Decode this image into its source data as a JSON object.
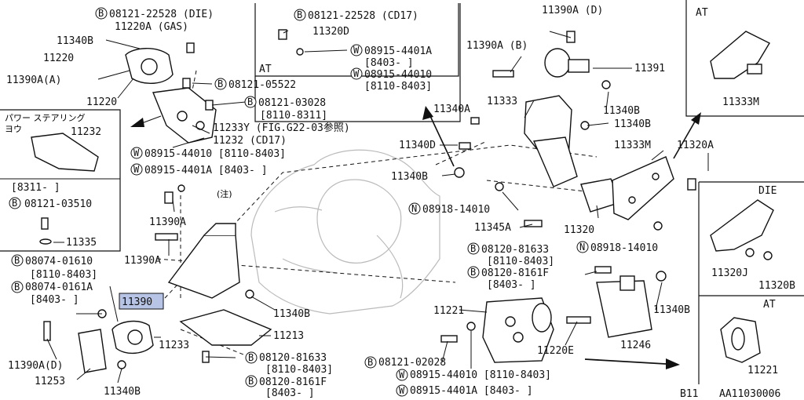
{
  "labels": {
    "l01": "08121-22528 (DIE)",
    "l02": "11220A (GAS)",
    "l03": "11340B",
    "l04": "11220",
    "l05": "11390A(A)",
    "l06": "11220",
    "l07": "08121-05522",
    "l08": "08121-03028",
    "l09": "[8110-8311]",
    "l10": "11233Y (FIG.G22-03参照)",
    "l11": "11232 (CD17)",
    "l12": "08915-44010 [8110-8403]",
    "l13": "08915-4401A [8403-    ]",
    "l14": "08121-22528 (CD17)",
    "l15": "11320D",
    "l16": "AT",
    "l17": "08915-4401A",
    "l18": "[8403-    ]",
    "l19": "08915-44010",
    "l20": "[8110-8403]",
    "l21": "11390A (D)",
    "l22": "11390A (B)",
    "l23": "11391",
    "l24": "11340A",
    "l25": "11333",
    "l26": "11340B",
    "l27": "11340B",
    "l28": "11340D",
    "l29": "11340B",
    "l30": "11333M",
    "l31": "11320A",
    "l32": "08918-14010",
    "l33": "11345A",
    "l34": "11320",
    "l35": "08918-14010",
    "l36": "(注)",
    "l37": "11390A",
    "l38": "11390A",
    "l39": "08120-81633",
    "l40": "[8110-8403]",
    "l41": "08120-8161F",
    "l42": "[8403-    ]",
    "l43": "08074-01610",
    "l44": "[8110-8403]",
    "l45": "08074-0161A",
    "l46": "[8403-    ]",
    "l47": "11390",
    "l48": "11340B",
    "l49": "11221",
    "l50": "11340B",
    "l51": "11213",
    "l52": "11233",
    "l53": "11390A(D)",
    "l54": "11253",
    "l55": "11340B",
    "l56": "08120-81633",
    "l57": "[8110-8403]",
    "l58": "08120-8161F",
    "l59": "[8403-    ]",
    "l60": "08121-02028",
    "l61": "08915-44010 [8110-8403]",
    "l62": "08915-4401A [8403-    ]",
    "l63": "11220E",
    "l64": "11246",
    "l65": "B11",
    "l66": "AA11030006"
  },
  "insets": {
    "ps_title_1": "パワー ステアリング",
    "ps_title_2": "ヨウ",
    "ps_part": "11232",
    "ps_date": "[8311-    ]",
    "ps_bolt": "08121-03510",
    "ps_washer": "11335",
    "at_top_title": "AT",
    "at_top_part": "11333M",
    "die_title": "DIE",
    "die_part1": "11320J",
    "die_part2": "11320B",
    "at_bottom_title": "AT",
    "at_bottom_part": "11221"
  },
  "markers": {
    "bolt": "B",
    "washer": "W",
    "nut": "N"
  },
  "highlight_color": "#b8c4e6"
}
